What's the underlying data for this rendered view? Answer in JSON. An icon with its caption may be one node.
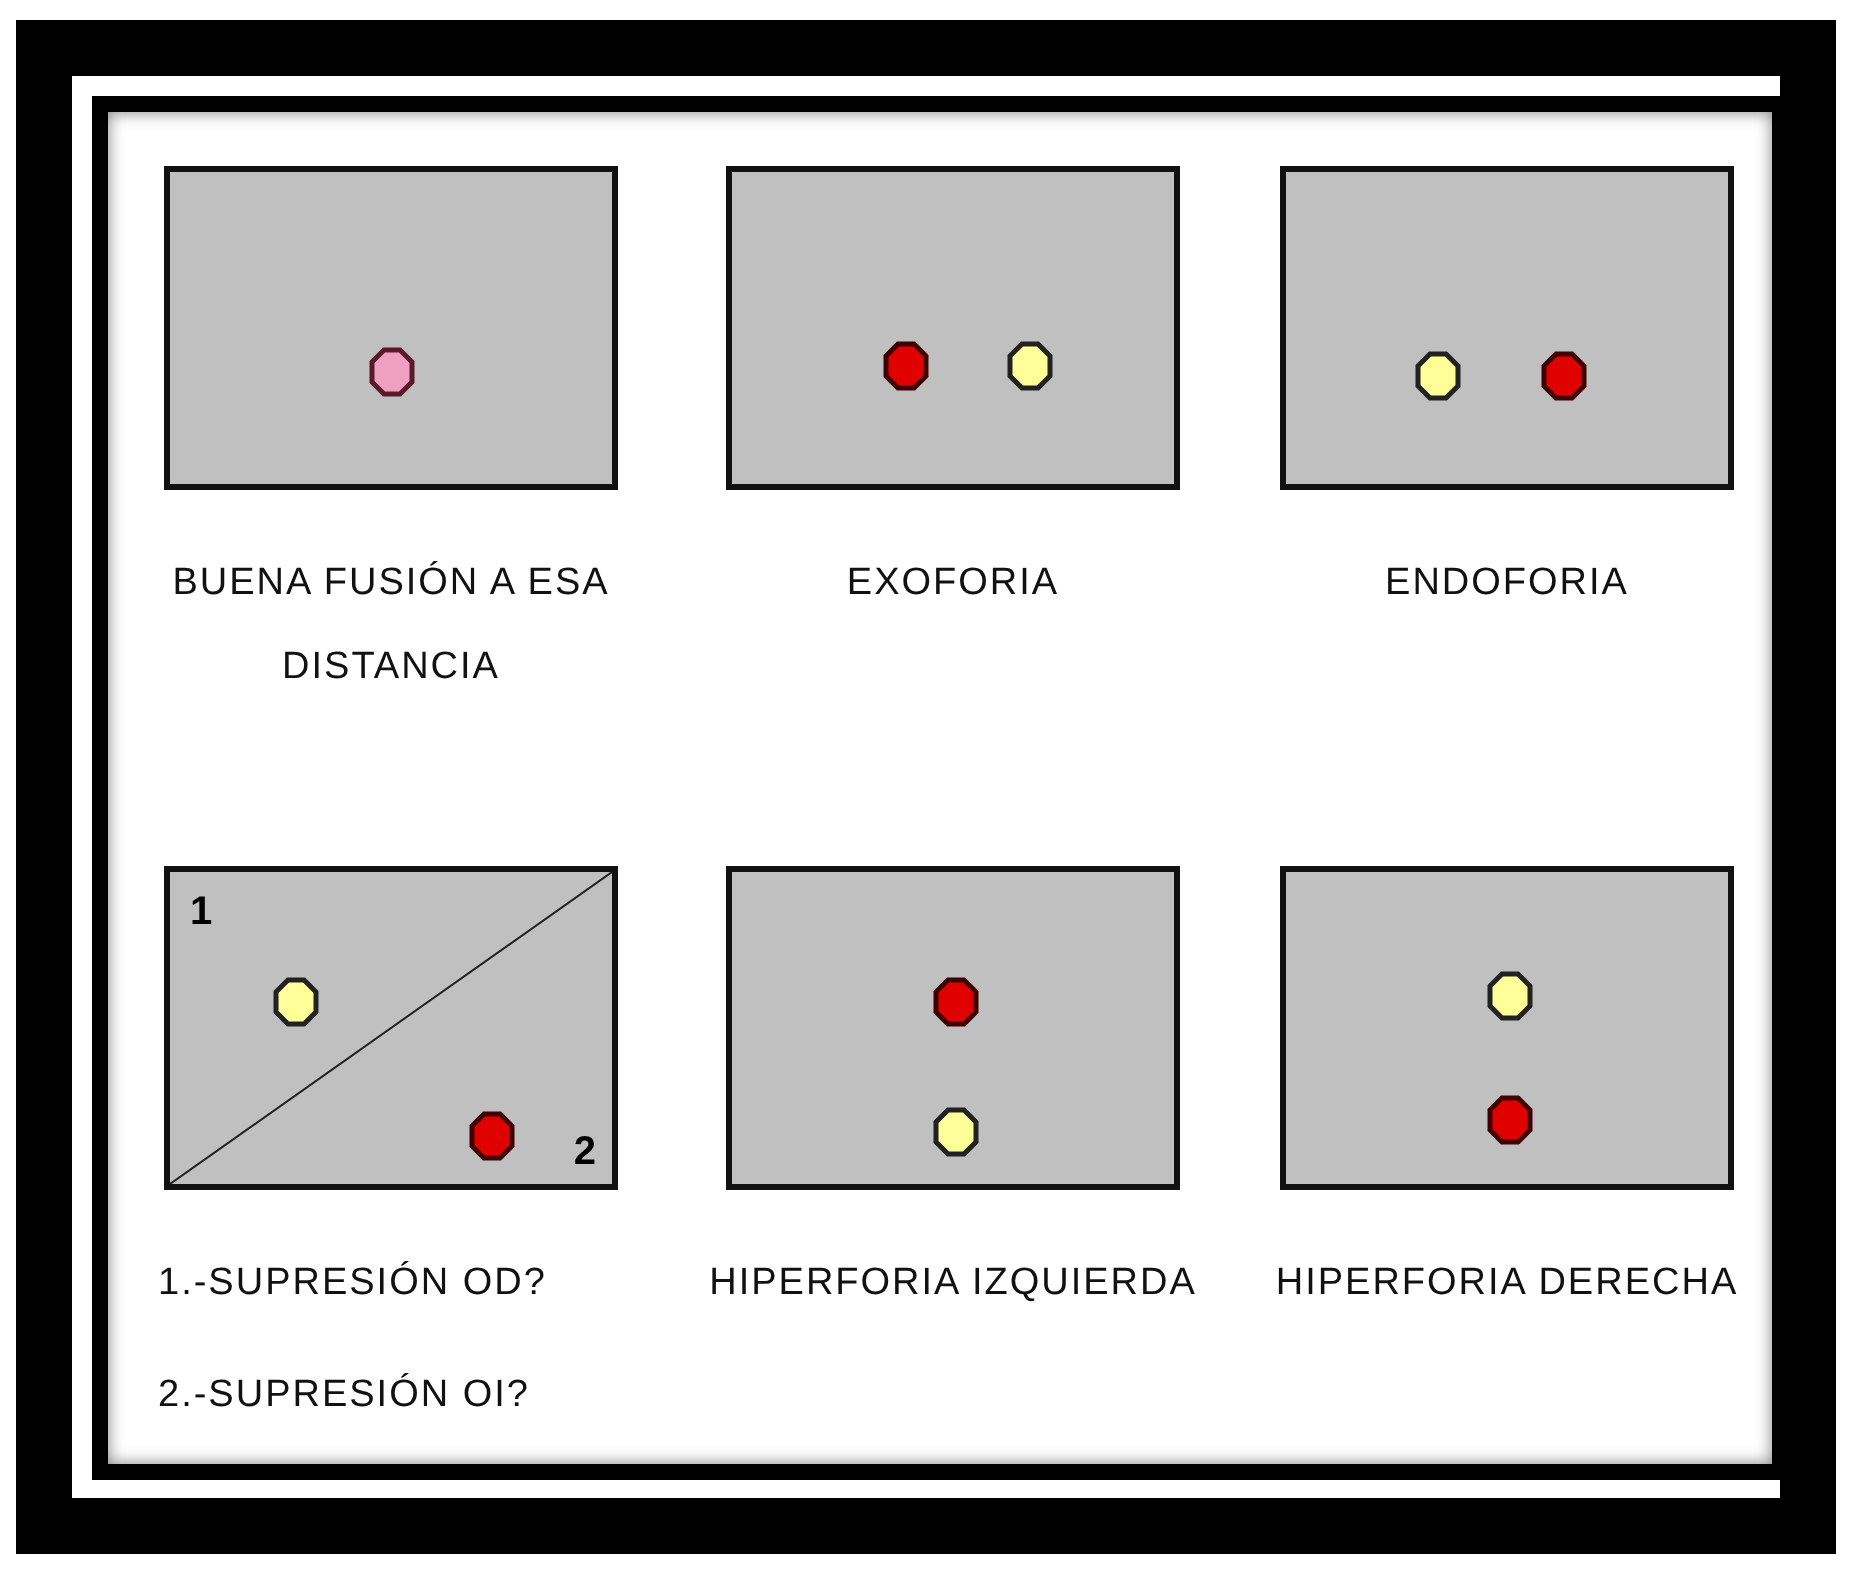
{
  "diagram": {
    "nodes": [
      {
        "text": [
          "BUENA FUSIÓN A ESA DISTANCIA"
        ]
      },
      {
        "text": [
          "EXOFORIA"
        ]
      },
      {
        "text": [
          "ENDOFORIA"
        ]
      },
      {
        "text": [
          "1",
          "2",
          "1.-SUPRESIÓN OD?",
          "2.-SUPRESIÓN OI?"
        ]
      },
      {
        "text": [
          "HIPERFORIA IZQUIERDA"
        ]
      },
      {
        "text": [
          "HIPERFORIA DERECHA"
        ]
      }
    ]
  }
}
